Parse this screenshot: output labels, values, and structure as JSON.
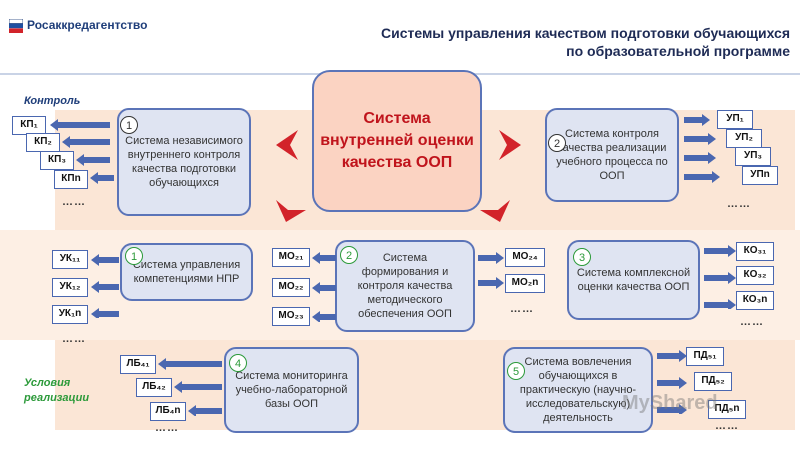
{
  "brand": {
    "name": "Росаккредагентство"
  },
  "title": {
    "line1": "Системы управления качеством подготовки обучающихся",
    "line2": "по образовательной программе"
  },
  "center": {
    "text": "Система внутренней оценки качества ООП"
  },
  "side_labels": {
    "control": "Контроль",
    "conditions": "Условия реализации"
  },
  "boxes": [
    {
      "num": "1",
      "text": "Система независимого внутреннего контроля качества подготовки обучающихся"
    },
    {
      "num": "2",
      "text": "Система контроля качества реализации учебного процесса по ООП"
    },
    {
      "num": "1",
      "text": "Система управления компетенциями НПР"
    },
    {
      "num": "2",
      "text": "Система формирования и контроля качества методического обеспечения ООП"
    },
    {
      "num": "3",
      "text": "Система комплексной оценки качества ООП"
    },
    {
      "num": "4",
      "text": "Система мониторинга учебно-лабораторной базы ООП"
    },
    {
      "num": "5",
      "text": "Система вовлечения обучающихся в практическую (научно-исследовательскую) деятельность"
    }
  ],
  "labels": {
    "kp": [
      "КП₁",
      "КП₂",
      "КП₃",
      "КПn"
    ],
    "up": [
      "УП₁",
      "УП₂",
      "УП₃",
      "УПn"
    ],
    "uk": [
      "УК₁₁",
      "УК₁₂",
      "УК₁n"
    ],
    "mo_left": [
      "МО₂₁",
      "МО₂₂",
      "МО₂₃"
    ],
    "mo_right": [
      "МО₂₄",
      "МО₂n"
    ],
    "ko": [
      "КО₃₁",
      "КО₃₂",
      "КО₃n"
    ],
    "lb": [
      "ЛБ₄₁",
      "ЛБ₄₂",
      "ЛБ₄n"
    ],
    "pd": [
      "ПД₅₁",
      "ПД₅₂",
      "ПД₅n"
    ]
  },
  "dots": "……",
  "watermark": "MyShared",
  "colors": {
    "center_text": "#c0141c",
    "box_border": "#5b74b8",
    "box_fill": "#dfe4f2",
    "arrow_blue": "#4a67b0",
    "chevron_red": "#d2232a",
    "conditions_green": "#2c9a3a"
  }
}
